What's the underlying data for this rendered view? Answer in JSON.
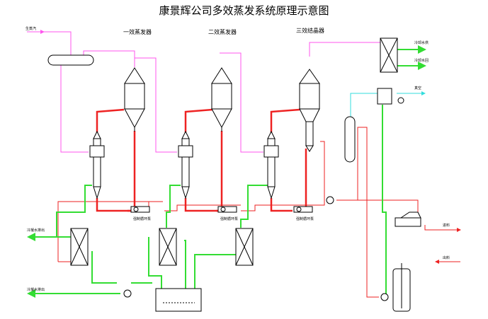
{
  "title": "康景辉公司多效蒸发系统原理示意图",
  "labels": {
    "steam_in": "生蒸汽",
    "effect1": "一效蒸发器",
    "effect2": "二效蒸发器",
    "effect3": "三效结晶器",
    "pump1": "强制循环泵",
    "pump2": "强制循环泵",
    "pump3": "强制循环泵",
    "cw_supply": "冷却水供",
    "cw_return": "冷却水回",
    "vacuum": "真空",
    "feed_in": "进料",
    "discharge": "出料",
    "cond_out1": "冷凝水排出",
    "cond_out2": "冷凝水排出"
  },
  "colors": {
    "steam": "#ff55ee",
    "liquor": "#ee2222",
    "condensate": "#33dd33",
    "cooling_water": "#33dddd",
    "equipment": "#000000"
  }
}
